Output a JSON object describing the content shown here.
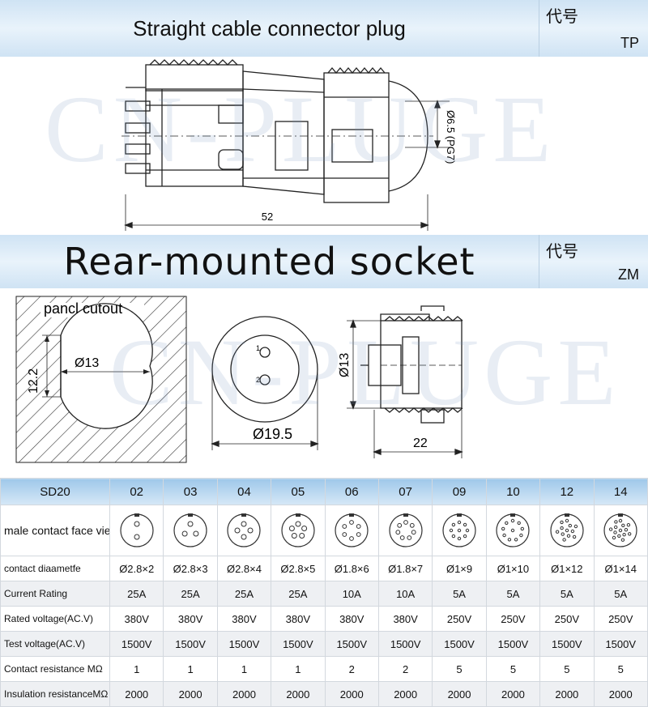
{
  "section1": {
    "title": "Straight cable connector plug",
    "code_label": "代号",
    "code_value": "TP",
    "dim_length": "52",
    "dim_cable": "Ø6.5 (PG7)"
  },
  "section2": {
    "title": "Rear-mounted socket",
    "code_label": "代号",
    "code_value": "ZM",
    "cutout_label": "pancl cutout",
    "dim_cutout_height": "12.2",
    "dim_cutout_diameter": "Ø13",
    "dim_face_diameter": "Ø19.5",
    "dim_thread": "Ø13",
    "dim_depth": "22",
    "pin_labels": [
      "1",
      "2"
    ]
  },
  "watermark": "CN-PLUGE",
  "table": {
    "header_label": "SD20",
    "models": [
      "02",
      "03",
      "04",
      "05",
      "06",
      "07",
      "09",
      "10",
      "12",
      "14"
    ],
    "face_row_label": "male contact face view",
    "face_pins": [
      2,
      3,
      4,
      5,
      6,
      7,
      9,
      10,
      12,
      14
    ],
    "rows": [
      {
        "label": "contact diaametfe",
        "values": [
          "Ø2.8×2",
          "Ø2.8×3",
          "Ø2.8×4",
          "Ø2.8×5",
          "Ø1.8×6",
          "Ø1.8×7",
          "Ø1×9",
          "Ø1×10",
          "Ø1×12",
          "Ø1×14"
        ]
      },
      {
        "label": "Current Rating",
        "values": [
          "25A",
          "25A",
          "25A",
          "25A",
          "10A",
          "10A",
          "5A",
          "5A",
          "5A",
          "5A"
        ]
      },
      {
        "label": "Rated voltage(AC.V)",
        "values": [
          "380V",
          "380V",
          "380V",
          "380V",
          "380V",
          "380V",
          "250V",
          "250V",
          "250V",
          "250V"
        ]
      },
      {
        "label": "Test voltage(AC.V)",
        "values": [
          "1500V",
          "1500V",
          "1500V",
          "1500V",
          "1500V",
          "1500V",
          "1500V",
          "1500V",
          "1500V",
          "1500V"
        ]
      },
      {
        "label": "Contact resistance MΩ",
        "values": [
          "1",
          "1",
          "1",
          "1",
          "2",
          "2",
          "5",
          "5",
          "5",
          "5"
        ]
      },
      {
        "label": "Insulation resistanceMΩ",
        "values": [
          "2000",
          "2000",
          "2000",
          "2000",
          "2000",
          "2000",
          "2000",
          "2000",
          "2000",
          "2000"
        ]
      }
    ]
  }
}
